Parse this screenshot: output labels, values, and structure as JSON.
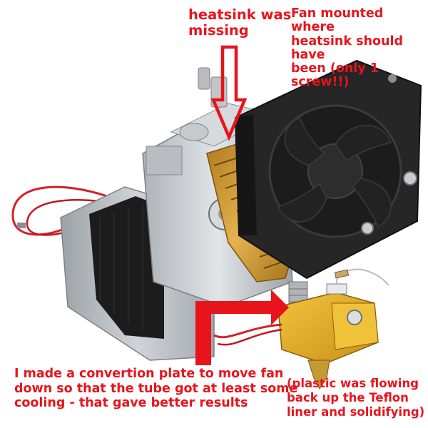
{
  "colors": {
    "annotation_text": "#e8141c",
    "arrow": "#e8141c",
    "heatsink": "#d4a13a",
    "fan": "#262626",
    "aluminium": "#c9cdd1",
    "heater_block": "#e6b325",
    "wire": "#d4202a"
  },
  "annotations": {
    "heatsink_missing": "heatsink was\nmissing",
    "fan_mounted": "Fan mounted where\nheatsink should have\nbeen (only 1 screw!!)",
    "conversion_plate": "I made a convertion plate to move fan\ndown  so that the tube got at least some\ncooling - that gave better results",
    "plastic_flowing": "(plastic was flowing\nback up the Teflon\nliner and solidifying)"
  },
  "icons": {
    "down_arrow": "outlined-down-arrow",
    "right_arrow": "elbow-right-arrow"
  }
}
